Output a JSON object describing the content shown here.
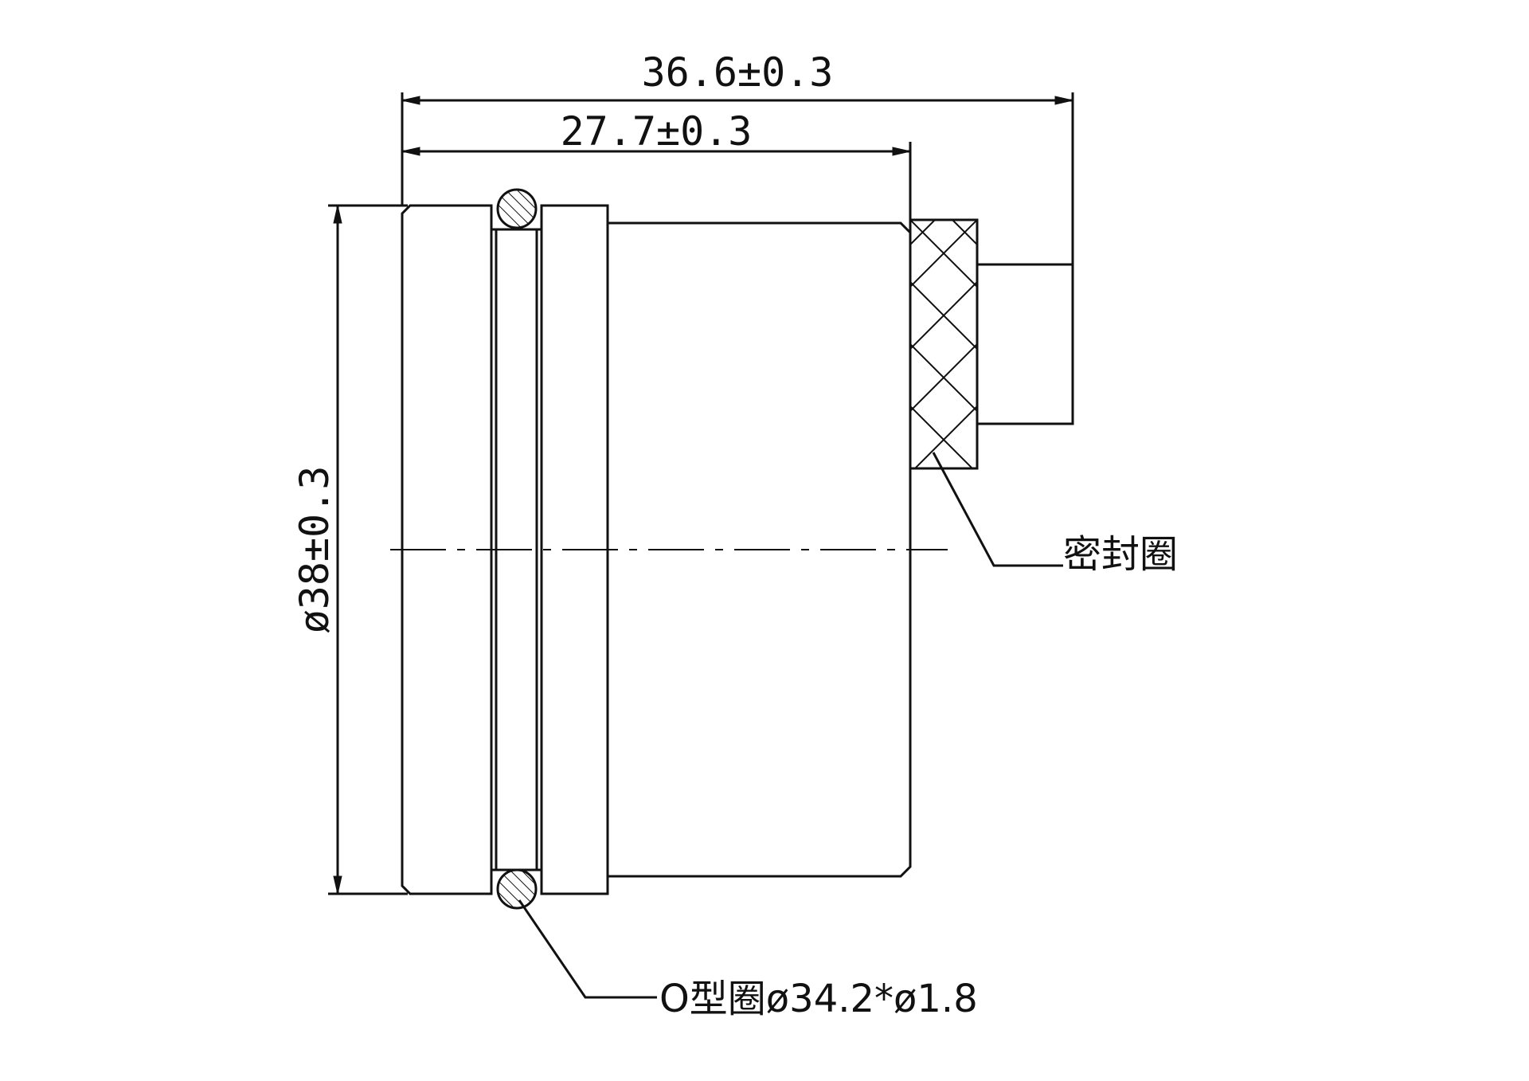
{
  "dimensions": {
    "overall_length": "36.6±0.3",
    "body_length": "27.7±0.3",
    "diameter": "ø38±0.3"
  },
  "callouts": {
    "seal_ring": "密封圈",
    "o_ring": "O型圈ø34.2*ø1.8"
  },
  "colors": {
    "line": "#111111",
    "background": "#ffffff"
  }
}
